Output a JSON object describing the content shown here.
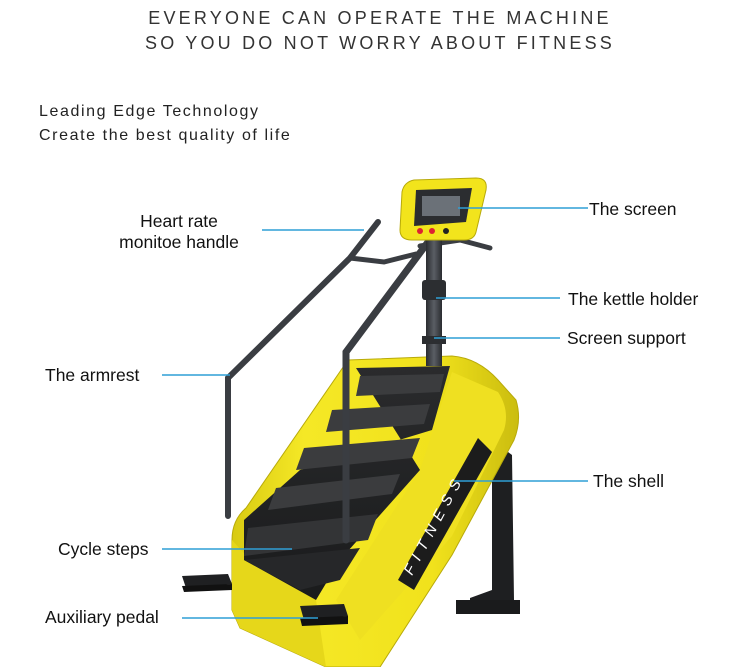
{
  "header": {
    "line1": "EVERYONE CAN OPERATE THE MACHINE",
    "line2": "SO YOU DO NOT WORRY ABOUT FITNESS"
  },
  "intro": {
    "line1": "Leading Edge Technology",
    "line2": "Create the best quality of life"
  },
  "labels": {
    "heart_rate_line1": "Heart rate",
    "heart_rate_line2": "monitoe handle",
    "screen": "The screen",
    "kettle_holder": "The kettle holder",
    "screen_support": "Screen support",
    "armrest": "The armrest",
    "shell": "The shell",
    "cycle_steps": "Cycle steps",
    "auxiliary_pedal": "Auxiliary pedal"
  },
  "machine": {
    "shell_text": "FITNESS"
  },
  "colors": {
    "shell": "#f2e41c",
    "shell_shadow": "#c9bb10",
    "metal": "#3a3d42",
    "leader": "#2f9fd6"
  }
}
